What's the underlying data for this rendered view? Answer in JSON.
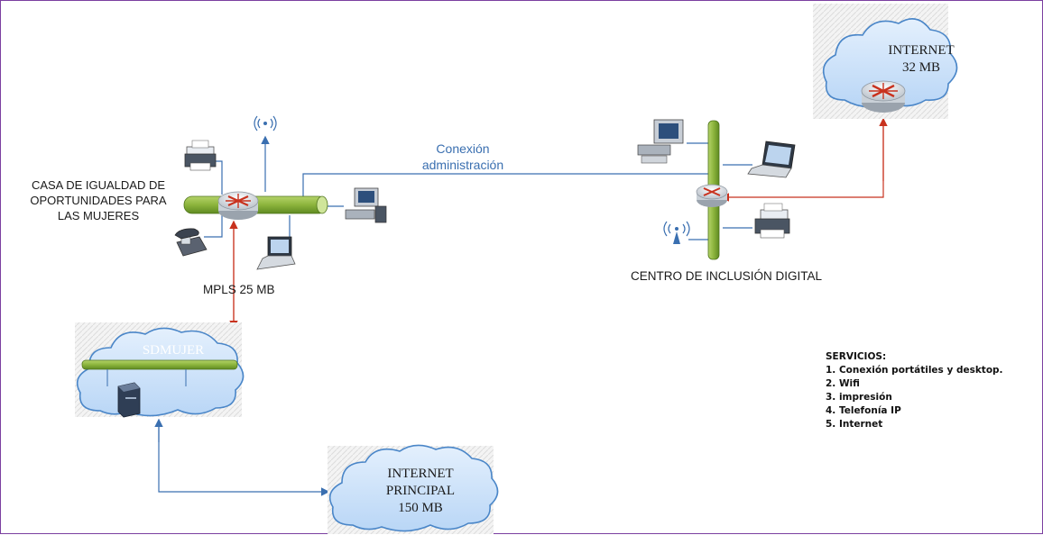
{
  "diagram": {
    "casa_label": "CASA DE IGUALDAD DE\nOPORTUNIDADES PARA\nLAS MUJERES",
    "mpls_label": "MPLS 25 MB",
    "conexion_label": "Conexión\nadministración",
    "centro_label": "CENTRO DE INCLUSIÓN DIGITAL",
    "sdmujer_label": "SDMUJER",
    "internet_top_label": "INTERNET\n32 MB",
    "internet_main_label": "INTERNET\nPRINCIPAL\n150 MB",
    "servicios": {
      "title": "SERVICIOS:",
      "items": [
        "1. Conexión portátiles y desktop.",
        "2. Wifi",
        "3. impresión",
        "4. Telefonía IP",
        "5. Internet"
      ]
    }
  },
  "colors": {
    "border": "#7b3fa0",
    "blue_link": "#3a6fb0",
    "red_link": "#c8321e",
    "bus_green": "#8cb43c",
    "cloud_fill": "#cfe4fb",
    "cloud_stroke": "#4a86c8",
    "label_blue": "#3a6fb0"
  }
}
